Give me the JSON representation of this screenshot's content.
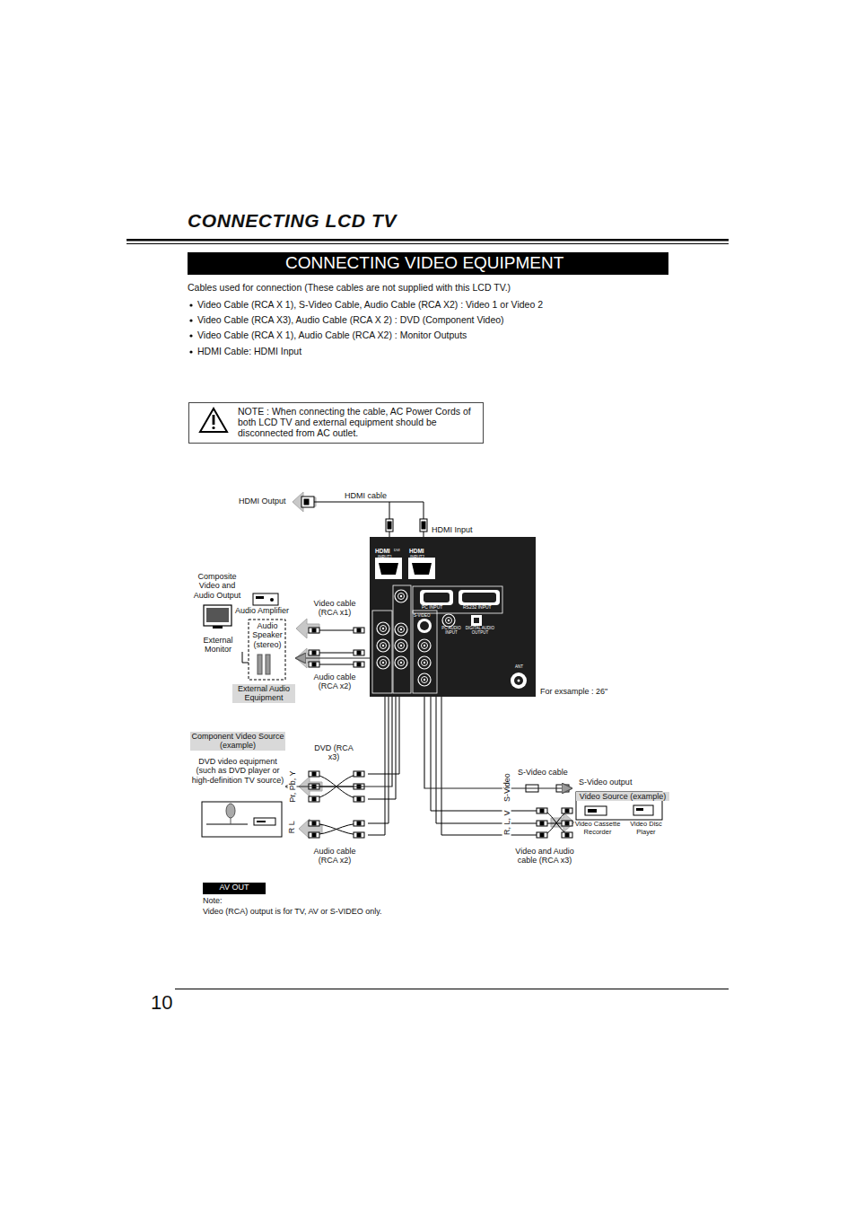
{
  "diagram": {
    "title": "CONNECTING LCD TV",
    "nodes": [
      {
        "text": [
          "CONNECTING VIDEO EQUIPMENT"
        ]
      },
      {
        "text": [
          "NOTE : When connecting the cable, AC Power Cords of both LCD TV and external equipment should be disconnected from AC outlet."
        ]
      },
      {
        "text": [
          "HDMI",
          "DVI",
          "INPUT1",
          "HDMI",
          "INPUT2",
          "PC INPUT",
          "RS232 INPUT",
          "S-VIDEO",
          "PC AUDIO INPUT",
          "DIGITAL AUDIO OUTPUT",
          "ANT"
        ]
      },
      {
        "text": [
          "Audio Speaker (stereo)",
          "External Audio Equipment"
        ]
      },
      {
        "text": [
          "Component Video Source (example)",
          "DVD video equipment (such as DVD player or high-definition TV source)"
        ]
      },
      {
        "text": [
          "Video Source (example)",
          "Video Cassette Recorder",
          "Video Disc Player"
        ]
      },
      {
        "text": [
          "AV OUT"
        ]
      }
    ],
    "edges": [
      {
        "from": 2,
        "to": 3,
        "arrow": "to"
      },
      {
        "from": 2,
        "to": 4,
        "arrow": "to"
      },
      {
        "from": 2,
        "to": 5,
        "arrow": "to"
      }
    ],
    "labels": [
      "Cables used for connection (These cables are not supplied with this LCD TV.)",
      "Video Cable (RCA X 1), S-Video Cable, Audio Cable (RCA X2) : Video 1 or Video 2",
      "Video Cable (RCA X3), Audio Cable (RCA X 2) : DVD (Component Video)",
      "Video Cable (RCA X 1), Audio Cable (RCA X2) : Monitor Outputs",
      "HDMI Cable: HDMI Input",
      "HDMI Output",
      "HDMI cable",
      "HDMI Input",
      "Composite Video and Audio Output",
      "Audio Amplifier",
      "External Monitor",
      "Video cable (RCA x1)",
      "Audio cable (RCA x2)",
      "For exsample : 26\"",
      "DVD (RCA x3)",
      "Pr, Pb, Y",
      "R L",
      "Audio cable (RCA x2)",
      "S-Video cable",
      "S-Video output",
      "S-Video",
      "R, L, V",
      "Video and Audio cable (RCA x3)",
      "Note:",
      "Video (RCA) output is for TV, AV or S-VIDEO only.",
      "10"
    ]
  }
}
